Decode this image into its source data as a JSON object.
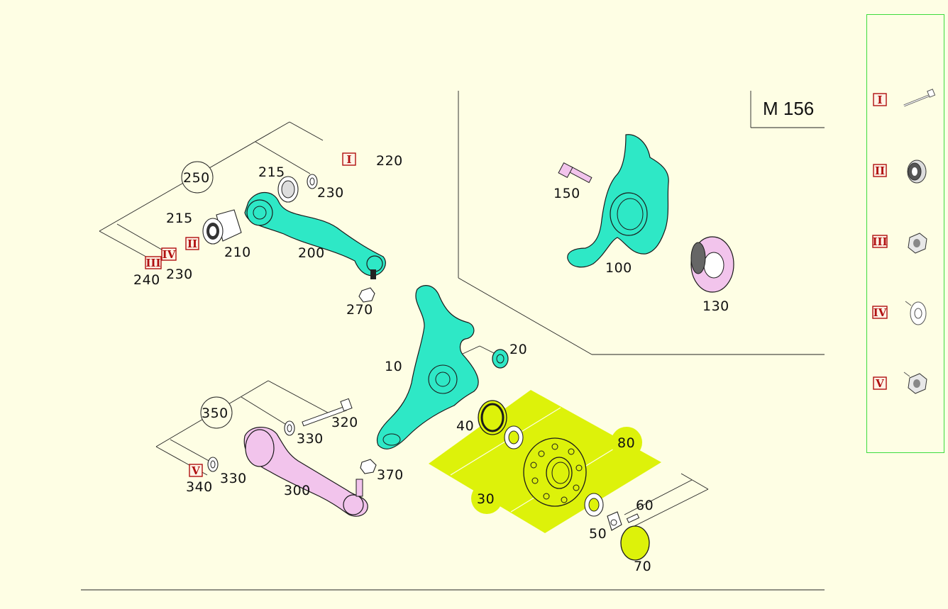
{
  "model_label": "M 156",
  "part_numbers": {
    "p10": "10",
    "p20": "20",
    "p30": "30",
    "p40": "40",
    "p50": "50",
    "p60": "60",
    "p70": "70",
    "p80": "80",
    "p100": "100",
    "p130": "130",
    "p150": "150",
    "p200": "200",
    "p210": "210",
    "p215a": "215",
    "p215b": "215",
    "p220": "220",
    "p230a": "230",
    "p230b": "230",
    "p240": "240",
    "p250": "250",
    "p270": "270",
    "p300": "300",
    "p320": "320",
    "p330a": "330",
    "p330b": "330",
    "p340": "340",
    "p350": "350",
    "p370": "370"
  },
  "roman_markers": {
    "r220": "I",
    "r210": "II",
    "r240": "III",
    "r230": "IV",
    "r340": "V"
  },
  "legend": [
    {
      "symbol": "I",
      "icon": "bolt-icon"
    },
    {
      "symbol": "II",
      "icon": "bushing-icon"
    },
    {
      "symbol": "III",
      "icon": "hex-nut-icon"
    },
    {
      "symbol": "IV",
      "icon": "washer-icon"
    },
    {
      "symbol": "V",
      "icon": "flange-nut-icon"
    }
  ],
  "colors": {
    "background": "#fefee4",
    "highlight_cyan": "#2ee8c6",
    "highlight_pink": "#f2c4ec",
    "highlight_lime": "#ddf20a",
    "roman_red": "#b01010",
    "legend_border": "#3ddc3d"
  }
}
